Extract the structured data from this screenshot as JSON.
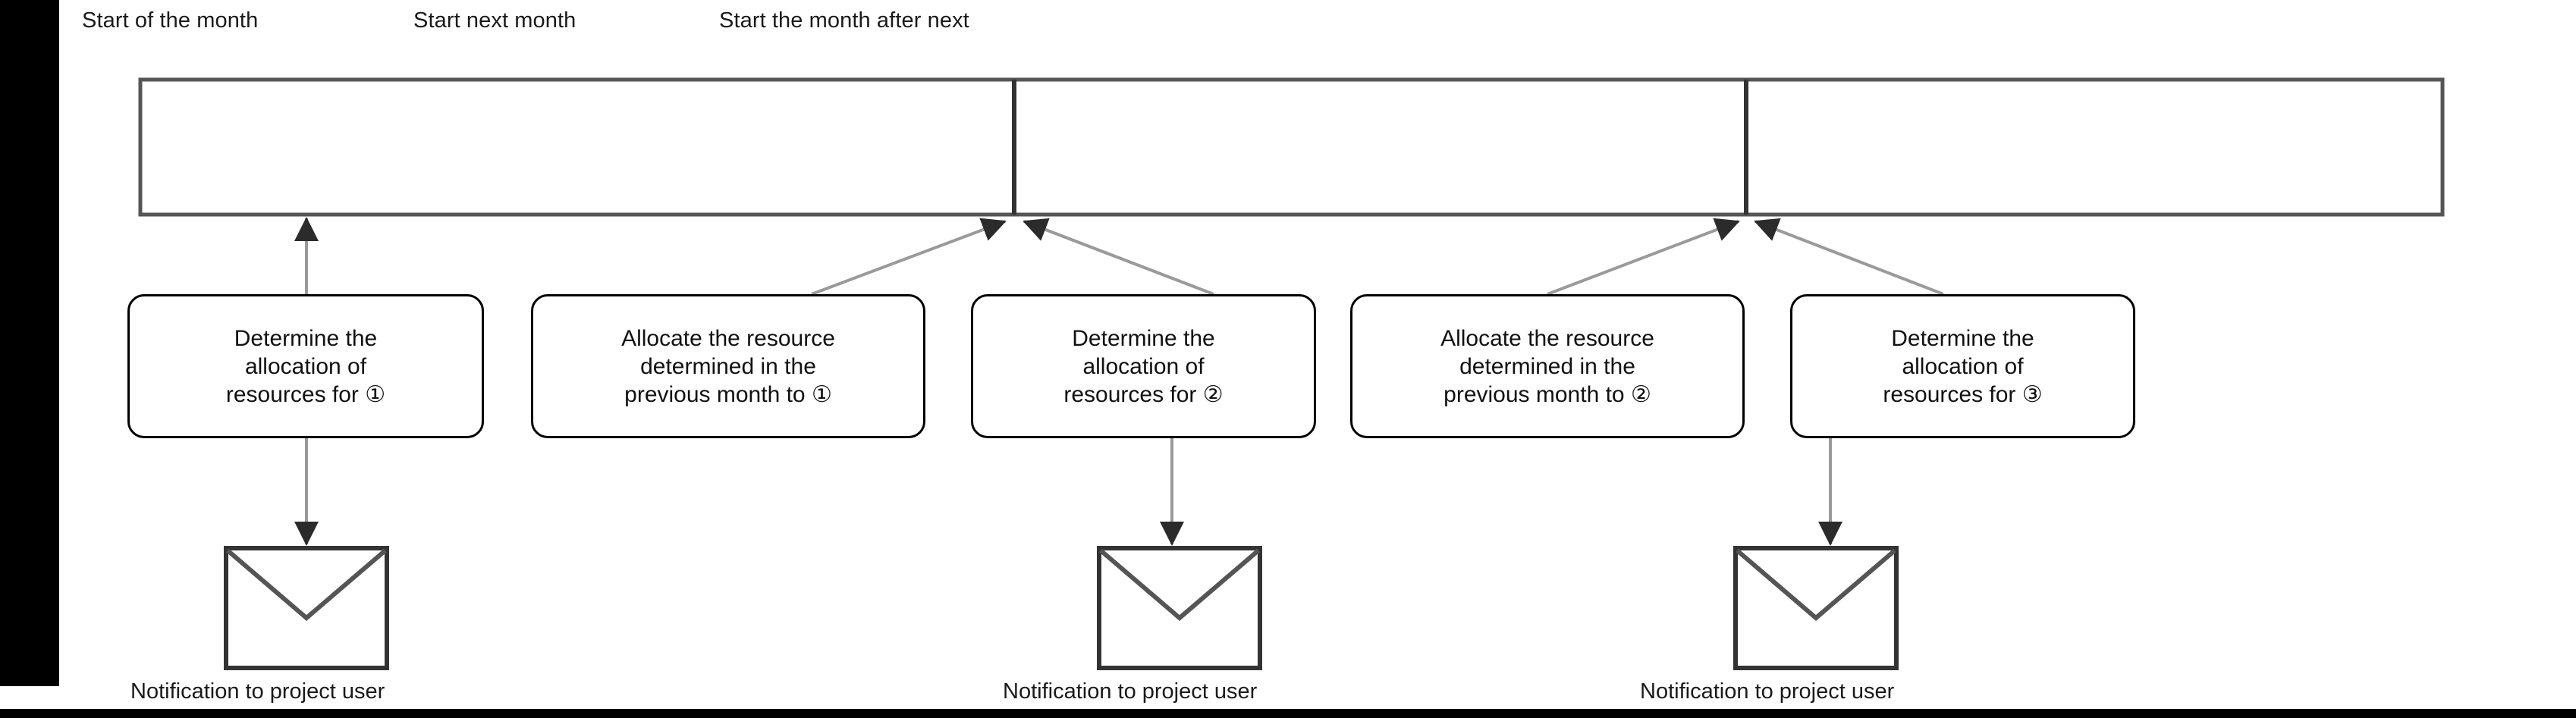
{
  "diagram": {
    "title_visible": false,
    "colors": {
      "timeline_stroke": "#555555",
      "tick_stroke": "#333333",
      "connector_stroke": "#9a9a9a",
      "box_stroke": "#000000",
      "envelope_stroke": "#333333",
      "text": "#111111",
      "page_bar": "#000000"
    },
    "timeline": {
      "name": "month-timeline-bar",
      "milestones": [
        {
          "id": "m1",
          "label": "Start of the month"
        },
        {
          "id": "m2",
          "label": "Start next month"
        },
        {
          "id": "m3",
          "label": "Start the month after next"
        }
      ]
    },
    "tasks": [
      {
        "id": "t1",
        "label": "Determine the\nallocation of\nresources for ①"
      },
      {
        "id": "t2",
        "label": "Allocate the resource\ndetermined in the\nprevious month to ①"
      },
      {
        "id": "t3",
        "label": "Determine the\nallocation of\nresources for ②"
      },
      {
        "id": "t4",
        "label": "Allocate the resource\ndetermined in the\nprevious month to ②"
      },
      {
        "id": "t5",
        "label": "Determine the\nallocation of\nresources for ③"
      }
    ],
    "notifications": [
      {
        "id": "n1",
        "icon": "envelope-icon",
        "caption": "Notification to project user"
      },
      {
        "id": "n2",
        "icon": "envelope-icon",
        "caption": "Notification to project user"
      },
      {
        "id": "n3",
        "icon": "envelope-icon",
        "caption": "Notification to project user"
      }
    ]
  }
}
